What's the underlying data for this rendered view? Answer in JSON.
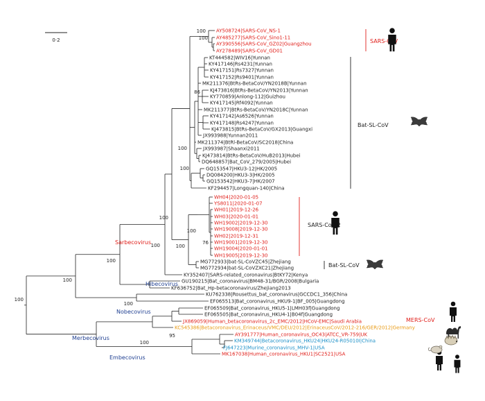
{
  "scale_label": "0·2",
  "colors": {
    "black": "#222222",
    "red": "#e0201b",
    "orange": "#e89a13",
    "blue": "#1b8fc7",
    "genus_red": "#e0201b",
    "genus_blue": "#1f3f91"
  },
  "leaves": [
    {
      "label": "AY508724|SARS-CoV_NS-1",
      "color": "red"
    },
    {
      "label": "AY485277|SARS-CoV_Sino1-11",
      "color": "red"
    },
    {
      "label": "AY390556|SARS-CoV_GZ02|Guangzhou",
      "color": "red"
    },
    {
      "label": "AY278489|SARS-CoV_GD01",
      "color": "red"
    },
    {
      "label": "KT444582|WIV16|Yunnan",
      "color": "black"
    },
    {
      "label": "KY417146|Rs4231|Yunnan",
      "color": "black"
    },
    {
      "label": "KY417151|Rs7327|Yunnan",
      "color": "black"
    },
    {
      "label": "KY417152|Rs9401|Yunnan",
      "color": "black"
    },
    {
      "label": "MK211376|BtRs-BetaCoV/YN2018B|Yunnan",
      "color": "black"
    },
    {
      "label": "KJ473816|BtRs-BetaCoV/YN2013|Yunnan",
      "color": "black"
    },
    {
      "label": "KY770859|Anlong-112|Guizhou",
      "color": "black"
    },
    {
      "label": "KY417145|Rf4092|Yunnan",
      "color": "black"
    },
    {
      "label": "MK211377|BtRs-BetaCoV/YN2018C|Yunnan",
      "color": "black"
    },
    {
      "label": "KY417142|As6526|Yunnan",
      "color": "black"
    },
    {
      "label": "KY417148|Rs4247|Yunnan",
      "color": "black"
    },
    {
      "label": "KJ473815|BtRs-BetaCoV/GX2013|Guangxi",
      "color": "black"
    },
    {
      "label": "JX993988|Yunnan2011",
      "color": "black"
    },
    {
      "label": "MK211374|BtRl-BetaCoV/SC2018|China",
      "color": "black"
    },
    {
      "label": "JX993987|Shaanxi2011",
      "color": "black"
    },
    {
      "label": "KJ473814|BtRs-BetaCoV/HuB2013|Hubei",
      "color": "black"
    },
    {
      "label": "DQ648857|Bat_CoV_279/2005|Hubei",
      "color": "black"
    },
    {
      "label": "GQ153547|HKU3-12|HK/2005",
      "color": "black"
    },
    {
      "label": "DQ084200|HKU3-3|HK/2005",
      "color": "black"
    },
    {
      "label": "GQ153542|HKU3-7|HK/2007",
      "color": "black"
    },
    {
      "label": "KF294457|Longquan-140|China",
      "color": "black"
    },
    {
      "label": "WH04|2020-01-05",
      "color": "red"
    },
    {
      "label": "YS8011|2020-01-07",
      "color": "red"
    },
    {
      "label": "WH01|2019-12-26",
      "color": "red"
    },
    {
      "label": "WH03|2020-01-01",
      "color": "red"
    },
    {
      "label": "WH19002|2019-12-30",
      "color": "red"
    },
    {
      "label": "WH19008|2019-12-30",
      "color": "red"
    },
    {
      "label": "WH02|2019-12-31",
      "color": "red"
    },
    {
      "label": "WH19001|2019-12-30",
      "color": "red"
    },
    {
      "label": "WH19004|2020-01-01",
      "color": "red"
    },
    {
      "label": "WH19005|2019-12-30",
      "color": "red"
    },
    {
      "label": "MG772933|bat-SL-CoVZC45|Zhejiang",
      "color": "black"
    },
    {
      "label": "MG772934|bat-SL-CoVZXC21|Zhejiang",
      "color": "black"
    },
    {
      "label": "KY352407|SARS-related_coronavirus|BtKY72|Kenya",
      "color": "black"
    },
    {
      "label": "GU190215|Bat_coronavirus|BM48-31/BGR/2008|Bulgaria",
      "color": "black"
    },
    {
      "label": "KF636752|Bat_Hp-betacoronavirus/Zhejiang2013",
      "color": "black"
    },
    {
      "label": "KU762338|Rousettus_bat_coronavirus|GCCDC1_356|China",
      "color": "black"
    },
    {
      "label": "EF065513|Bat_coronavirus_HKU9-1|BF_005|Guangdong",
      "color": "black"
    },
    {
      "label": "EF065509|Bat_coronavirus_HKU5-1|LMH03f|Guangdong",
      "color": "black"
    },
    {
      "label": "EF065505|Bat_coronavirus_HKU4-1|B04f|Guangdong",
      "color": "black"
    },
    {
      "label": "JX869059|Human_betacoronavirus_2c_EMC/2012|HCoV-EMC|Saudi Arabia",
      "color": "red"
    },
    {
      "label": "KC545386|Betacoronavirus_Erinaceus/VMC/DEU/2012|ErinaceusCoV/2012-216/GER/2012|Germany",
      "color": "orange"
    },
    {
      "label": "AY391777|Human_coronavirus_OC43|ATCC_VR-759|UK",
      "color": "red"
    },
    {
      "label": "KM349744|Betacoronavirus_HKU24|HKU24-R05010I|China",
      "color": "blue"
    },
    {
      "label": "FJ647223|Murine_coronavirus_MHV-1|USA",
      "color": "blue"
    },
    {
      "label": "MK167038|Human_coronavirus_HKU1|SC2521|USA",
      "color": "red"
    }
  ],
  "bootstrap": [
    {
      "value": "100",
      "pos": "sars-cov"
    },
    {
      "value": "100",
      "pos": "sars-cov-inner"
    },
    {
      "value": "86",
      "pos": "yunnan-a"
    },
    {
      "value": "100",
      "pos": "hku3"
    },
    {
      "value": "100",
      "pos": "sl-main"
    },
    {
      "value": "76",
      "pos": "sars-cov-2-inner"
    },
    {
      "value": "100",
      "pos": "sars-cov-2"
    },
    {
      "value": "100",
      "pos": "sars-cov-2-zc"
    },
    {
      "value": "100",
      "pos": "sarbeco-inner"
    },
    {
      "value": "100",
      "pos": "sarbeco"
    },
    {
      "value": "100",
      "pos": "sarbeco-hibeco"
    },
    {
      "value": "100",
      "pos": "nobeco"
    },
    {
      "value": "100",
      "pos": "root-upper"
    },
    {
      "value": "95",
      "pos": "merbeco-hku5"
    },
    {
      "value": "100",
      "pos": "merbeco"
    },
    {
      "value": "100",
      "pos": "root"
    }
  ],
  "genera": [
    {
      "label": "Sarbecovirus",
      "color": "genus_red"
    },
    {
      "label": "Hibecovirus",
      "color": "genus_blue"
    },
    {
      "label": "Nobecovirus",
      "color": "genus_blue"
    },
    {
      "label": "Merbecovirus",
      "color": "genus_blue"
    },
    {
      "label": "Embecovirus",
      "color": "genus_blue"
    }
  ],
  "clades": [
    {
      "label": "SARS-CoV",
      "color": "red"
    },
    {
      "label": "Bat-SL-CoV",
      "color": "black"
    },
    {
      "label": "SARS-CoV-2",
      "color": "black"
    },
    {
      "label": "Bat-SL-CoV",
      "color": "black"
    },
    {
      "label": "MERS-CoV",
      "color": "red"
    }
  ],
  "icons": [
    "human-icon",
    "bat-icon",
    "human-icon",
    "bat-icon",
    "human-icon",
    "camel-icon",
    "hedgehog-icon",
    "human-icon",
    "rodent-icon",
    "human-icon"
  ]
}
